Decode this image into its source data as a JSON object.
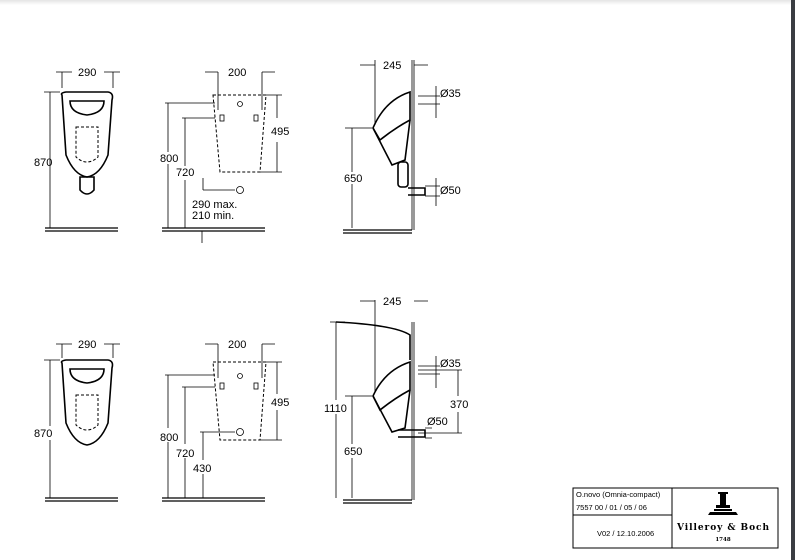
{
  "drawing": {
    "top_row": {
      "front_width": "290",
      "front_height": "870",
      "plan_width": "200",
      "plan_height": "495",
      "plan_800": "800",
      "plan_720": "720",
      "outlet_max": "290 max.",
      "outlet_min": "210 min.",
      "side_depth": "245",
      "side_650": "650",
      "inlet_diameter": "Ø35",
      "outlet_diameter": "Ø50"
    },
    "bottom_row": {
      "front_width": "290",
      "front_height": "870",
      "plan_width": "200",
      "plan_height": "495",
      "plan_800": "800",
      "plan_720": "720",
      "plan_430": "430",
      "side_depth": "245",
      "side_1110": "1110",
      "side_650": "650",
      "inlet_diameter": "Ø35",
      "side_370": "370",
      "outlet_diameter": "Ø50"
    }
  },
  "title_block": {
    "product": "O.novo (Omnia-compact)",
    "article_numbers": "7557 00 / 01 / 05 / 06",
    "version": "V02 / 12.10.2006",
    "logo_text": "Villeroy & Boch",
    "logo_year": "1748"
  }
}
